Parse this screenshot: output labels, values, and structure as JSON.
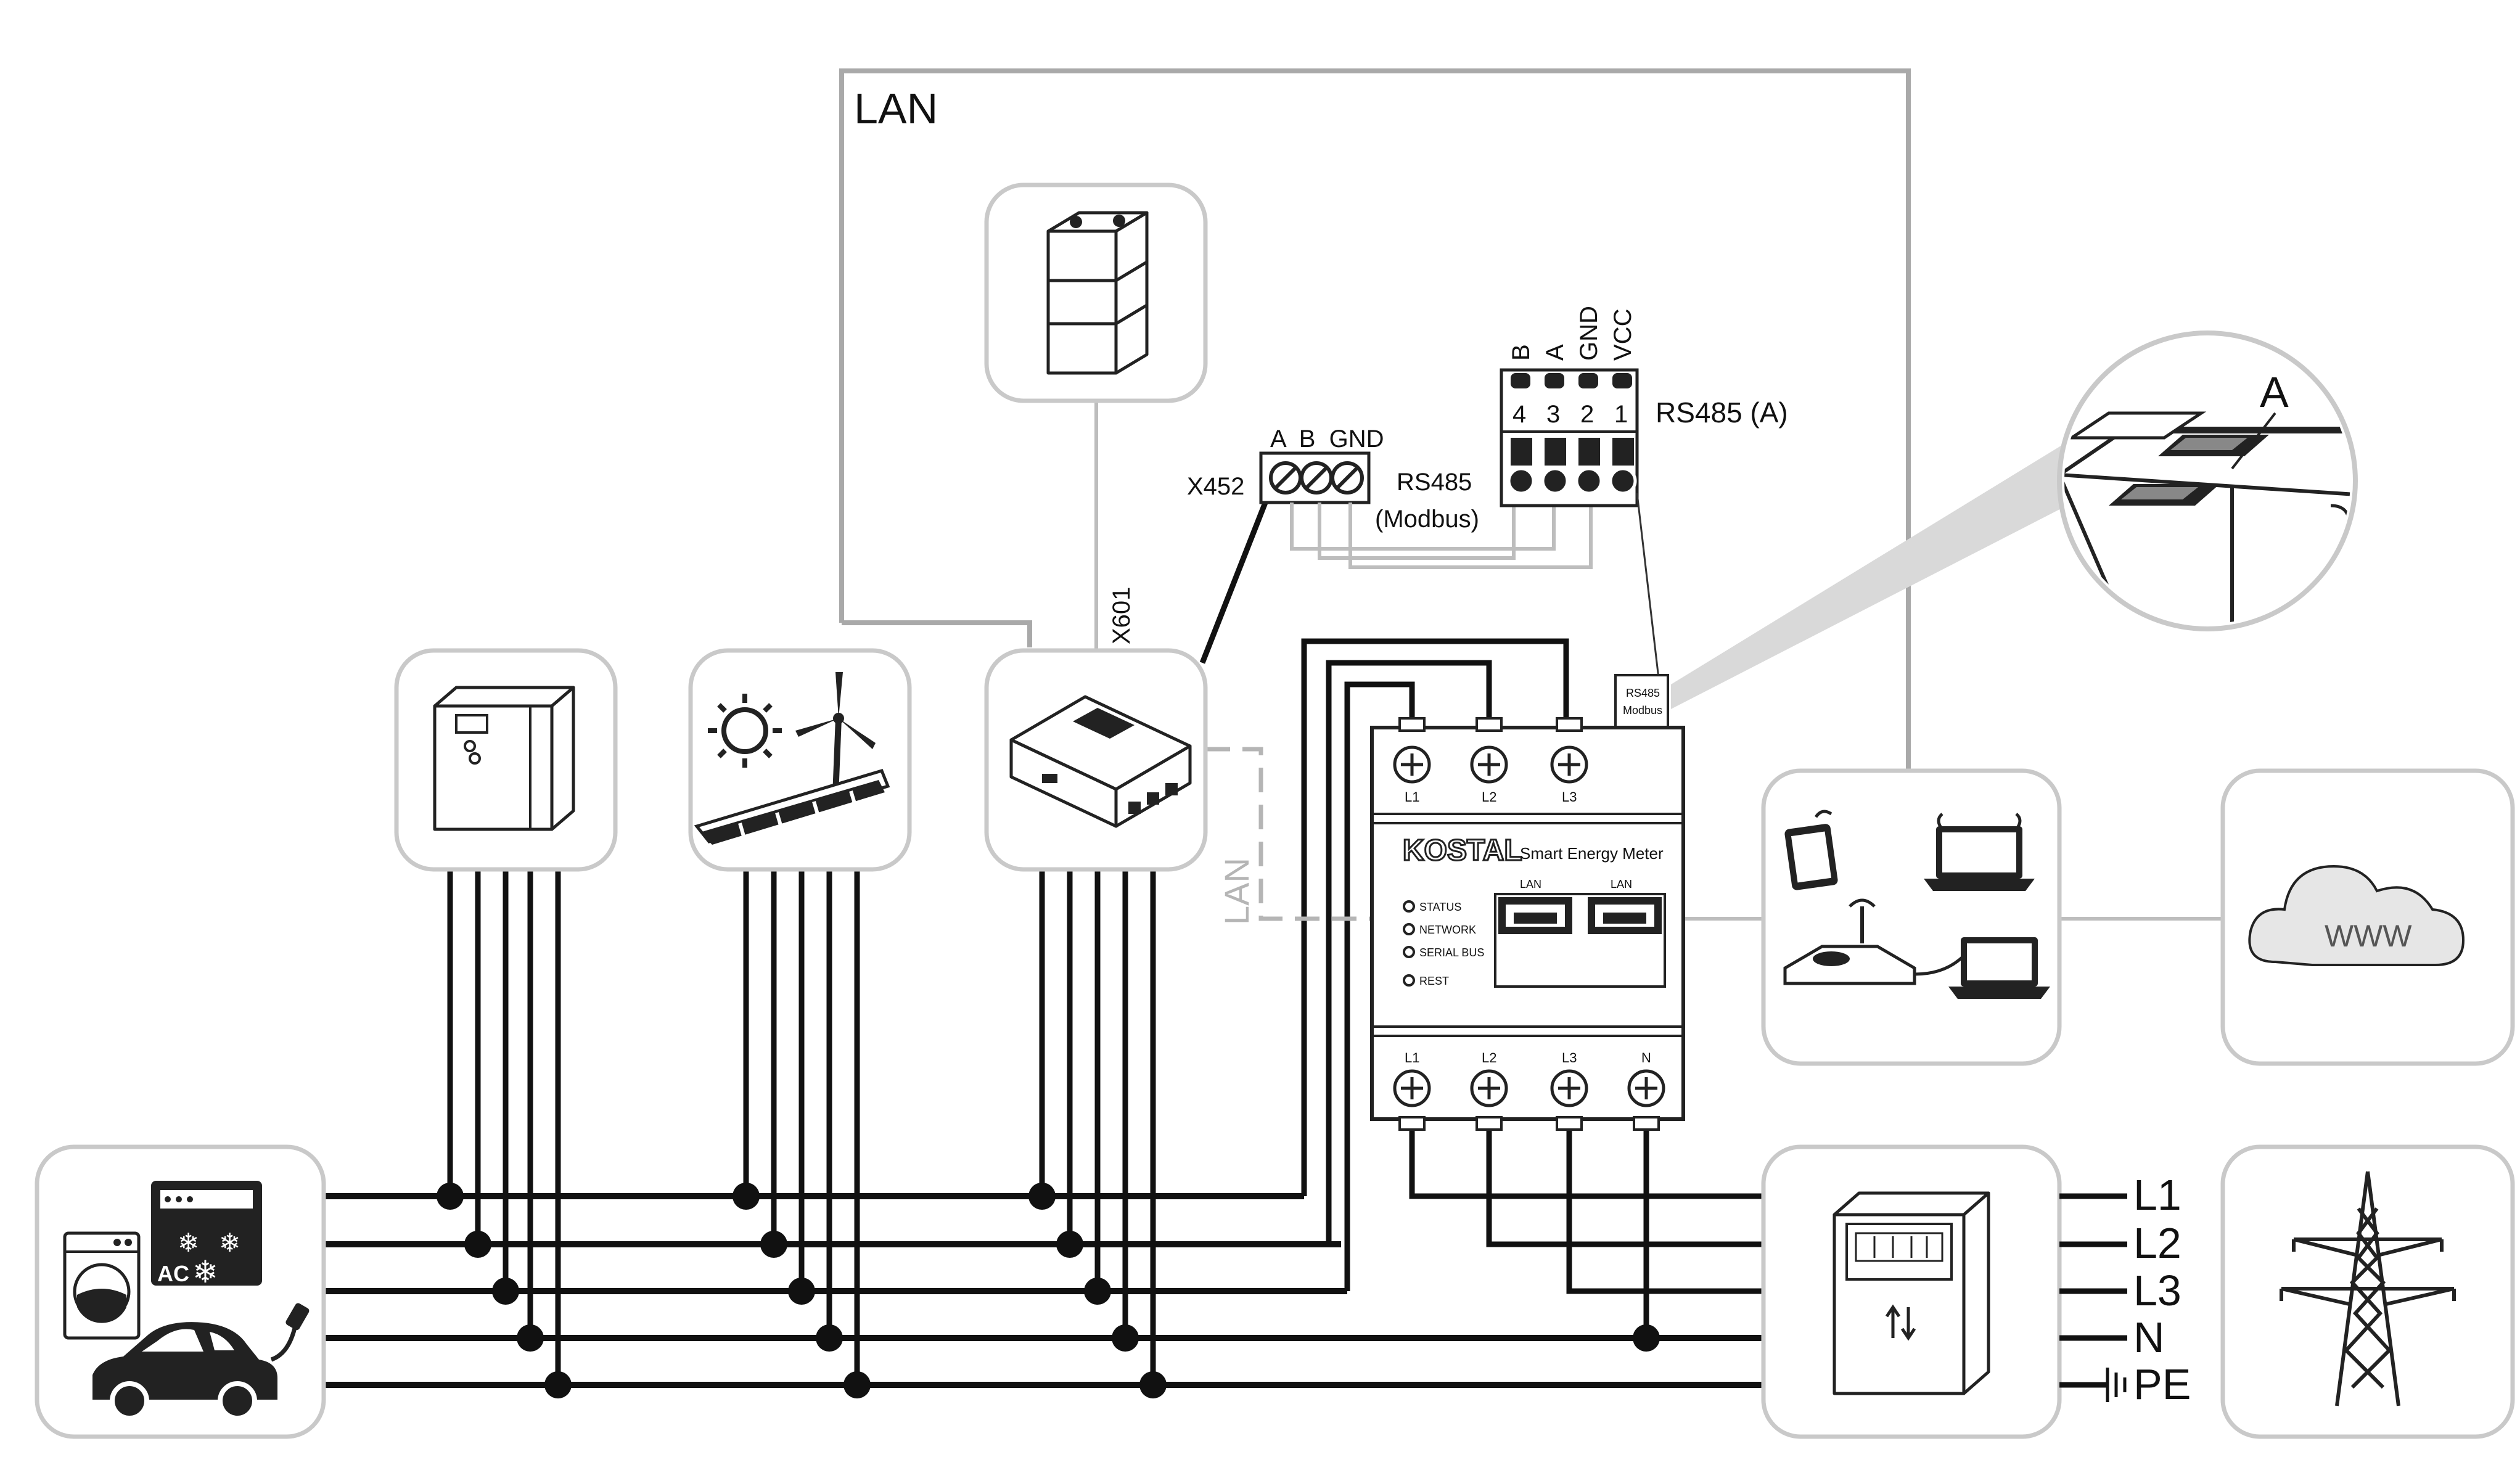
{
  "labels": {
    "lan_top": "LAN",
    "lan_dashed": "LAN",
    "x601": "X601",
    "x452": "X452",
    "x452_pins": "A  B  GND",
    "rs485_modbus_line1": "RS485",
    "rs485_modbus_line2": "(Modbus)",
    "rs485_a": "RS485 (A)",
    "terminal_pin_b": "B",
    "terminal_pin_a": "A",
    "terminal_pin_gnd": "GND",
    "terminal_pin_vcc": "VCC",
    "terminal_num_4": "4",
    "terminal_num_3": "3",
    "terminal_num_2": "2",
    "terminal_num_1": "1",
    "zoom_callout": "A",
    "rs485_port_line1": "RS485",
    "rs485_port_line2": "Modbus"
  },
  "meter": {
    "brand": "KOSTAL",
    "product": "Smart Energy Meter",
    "top_terminals": [
      "L1",
      "L2",
      "L3"
    ],
    "bottom_terminals": [
      "L1",
      "L2",
      "L3",
      "N"
    ],
    "lan_port_1": "LAN",
    "lan_port_2": "LAN",
    "leds": [
      "STATUS",
      "NETWORK",
      "SERIAL BUS",
      "REST"
    ]
  },
  "grid_lines": [
    "L1",
    "L2",
    "L3",
    "N",
    "PE"
  ],
  "icons": {
    "consumers_box": [
      "ac-icon",
      "washing-machine-icon",
      "electric-car-icon"
    ],
    "battery_box": "battery-stack-icon",
    "cabinet_box": "cabinet-icon",
    "renewables_box": [
      "sun-icon",
      "wind-turbine-icon",
      "solar-roof-icon"
    ],
    "inverter_box": "inverter-icon",
    "network_box": [
      "tablet-icon",
      "laptop-icon",
      "router-icon",
      "laptop-icon"
    ],
    "cloud_box": "cloud-www-icon",
    "grid_meter_box": "utility-meter-icon",
    "pylon_box": "power-pylon-icon"
  },
  "cloud_text": "WWW",
  "colors": {
    "wire": "#111111",
    "box_border": "#c9c9c9",
    "lan_wire": "#a9a9a9"
  }
}
